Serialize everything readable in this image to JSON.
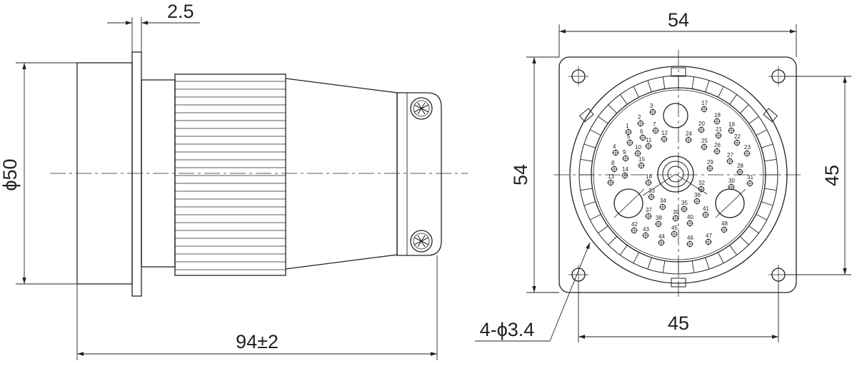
{
  "dimensions": {
    "flange_thickness": "2.5",
    "body_diameter": "ϕ50",
    "overall_length": "94±2",
    "square_width": "54",
    "square_height": "54",
    "hole_spacing_vertical": "45",
    "hole_spacing_horizontal": "45",
    "mount_holes": "4-ϕ3.4"
  },
  "pin_labels": [
    "1",
    "2",
    "3",
    "4",
    "5",
    "6",
    "7",
    "8",
    "9",
    "10",
    "11",
    "12",
    "13",
    "14",
    "15",
    "16",
    "17",
    "18",
    "19",
    "20",
    "21",
    "22",
    "23",
    "24",
    "25",
    "26",
    "27",
    "28",
    "29",
    "30",
    "31",
    "32",
    "33",
    "34",
    "35",
    "36",
    "37",
    "38",
    "39",
    "40",
    "41",
    "42",
    "43",
    "44",
    "45",
    "46",
    "47",
    "48"
  ],
  "colors": {
    "line": "#222222",
    "background": "#ffffff"
  }
}
